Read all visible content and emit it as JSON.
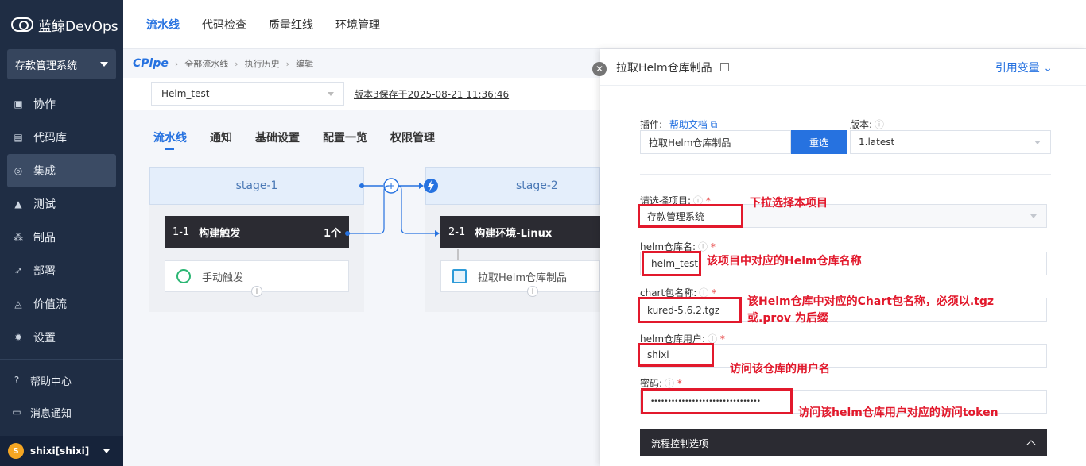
{
  "app": {
    "name": "蓝鲸DevOps"
  },
  "sidebar": {
    "project": "存款管理系统",
    "items": [
      {
        "label": "协作",
        "icon": "collab-icon"
      },
      {
        "label": "代码库",
        "icon": "code-repo-icon"
      },
      {
        "label": "集成",
        "icon": "integration-icon"
      },
      {
        "label": "测试",
        "icon": "test-icon"
      },
      {
        "label": "制品",
        "icon": "artifact-icon"
      },
      {
        "label": "部署",
        "icon": "deploy-icon"
      },
      {
        "label": "价值流",
        "icon": "value-stream-icon"
      },
      {
        "label": "设置",
        "icon": "settings-icon"
      }
    ],
    "help": "帮助中心",
    "messages": "消息通知",
    "user": "shixi[shixi]",
    "user_initial": "S"
  },
  "topnav": {
    "tabs": [
      "流水线",
      "代码检查",
      "质量红线",
      "环境管理"
    ]
  },
  "breadcrumb": {
    "brand": "CPipe",
    "items": [
      "全部流水线",
      "执行历史",
      "编辑"
    ]
  },
  "toolbar": {
    "pipeline": "Helm_test",
    "version": "版本3保存于2025-08-21 11:36:46"
  },
  "subtabs": [
    "流水线",
    "通知",
    "基础设置",
    "配置一览",
    "权限管理"
  ],
  "stages": [
    {
      "name": "stage-1",
      "job_num": "1-1",
      "job_title": "构建触发",
      "job_count": "1个",
      "task": "手动触发"
    },
    {
      "name": "stage-2",
      "job_num": "2-1",
      "job_title": "构建环境-Linux",
      "task": "拉取Helm仓库制品"
    }
  ],
  "panel": {
    "title": "拉取Helm仓库制品",
    "ref_vars": "引用变量",
    "plugin_label": "插件:",
    "help_doc": "帮助文档",
    "plugin_value": "拉取Helm仓库制品",
    "reselect": "重选",
    "version_label": "版本:",
    "version_value": "1.latest",
    "project_label": "请选择项目:",
    "project_value": "存款管理系统",
    "repo_label": "helm仓库名:",
    "repo_value": "helm_test",
    "chart_label": "chart包名称:",
    "chart_value": "kured-5.6.2.tgz",
    "user_label": "helm仓库用户:",
    "user_value": "shixi",
    "password_label": "密码:",
    "password_value": "••••••••••••••••••••••••••••••••",
    "flow_control": "流程控制选项"
  },
  "notes": {
    "project": "下拉选择本项目",
    "repo": "该项目中对应的Helm仓库名称",
    "chart_line1": "该Helm仓库中对应的Chart包名称，必须以.tgz",
    "chart_line2": "或.prov 为后缀",
    "user": "访问该仓库的用户名",
    "password": "访问该helm仓库用户对应的访问token"
  },
  "colors": {
    "accent": "#2672e0",
    "sidebar": "#1f2d44",
    "annotation": "#e2192c"
  }
}
